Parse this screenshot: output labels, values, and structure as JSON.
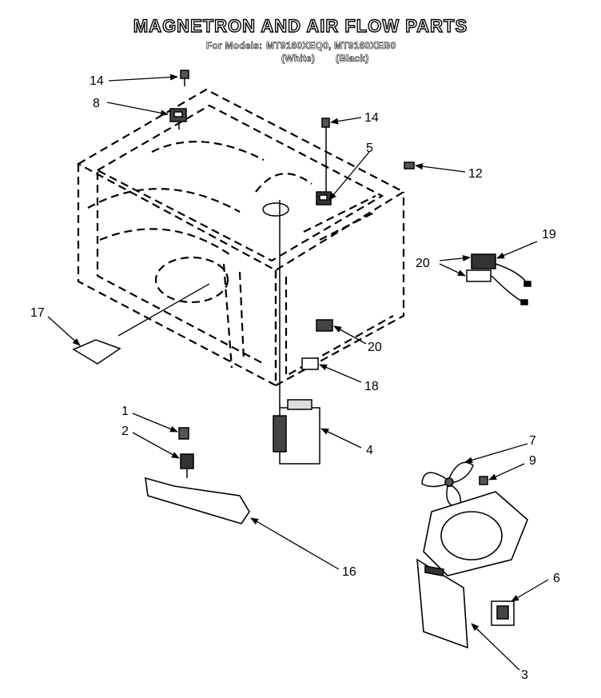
{
  "title": "MAGNETRON AND AIR FLOW PARTS",
  "subtitle": {
    "prefix": "For Models:",
    "model_white": "MT9160XEQ0,",
    "model_black": "MT9160XEB0",
    "color_white": "(White)",
    "color_black": "(Black)"
  },
  "callouts": [
    {
      "id": "14a",
      "label": "14"
    },
    {
      "id": "8",
      "label": "8"
    },
    {
      "id": "14b",
      "label": "14"
    },
    {
      "id": "5",
      "label": "5"
    },
    {
      "id": "12",
      "label": "12"
    },
    {
      "id": "19",
      "label": "19"
    },
    {
      "id": "20a",
      "label": "20"
    },
    {
      "id": "17",
      "label": "17"
    },
    {
      "id": "20b",
      "label": "20"
    },
    {
      "id": "18",
      "label": "18"
    },
    {
      "id": "1",
      "label": "1"
    },
    {
      "id": "2",
      "label": "2"
    },
    {
      "id": "4",
      "label": "4"
    },
    {
      "id": "7",
      "label": "7"
    },
    {
      "id": "9",
      "label": "9"
    },
    {
      "id": "6",
      "label": "6"
    },
    {
      "id": "16",
      "label": "16"
    },
    {
      "id": "3",
      "label": "3"
    }
  ]
}
